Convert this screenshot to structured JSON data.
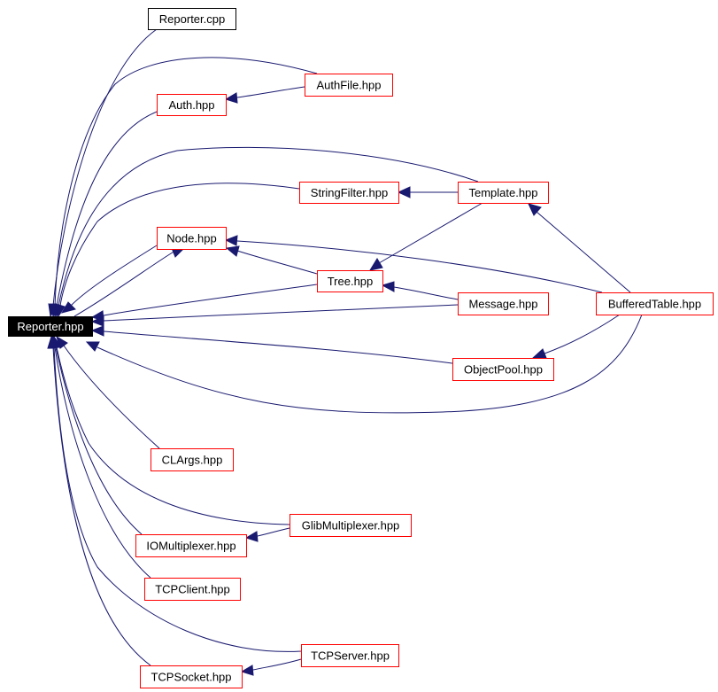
{
  "graph": {
    "root": "Reporter.hpp",
    "colors": {
      "edge": "#191970",
      "node_border": "#ff0000",
      "plain_border": "#000000",
      "root_fill": "#000000",
      "root_text": "#ffffff"
    },
    "nodes": [
      {
        "id": "reporter_hpp",
        "label": "Reporter.hpp",
        "style": "root"
      },
      {
        "id": "reporter_cpp",
        "label": "Reporter.cpp",
        "style": "plain"
      },
      {
        "id": "authfile_hpp",
        "label": "AuthFile.hpp",
        "style": "red"
      },
      {
        "id": "auth_hpp",
        "label": "Auth.hpp",
        "style": "red"
      },
      {
        "id": "stringfilter_hpp",
        "label": "StringFilter.hpp",
        "style": "red"
      },
      {
        "id": "template_hpp",
        "label": "Template.hpp",
        "style": "red"
      },
      {
        "id": "node_hpp",
        "label": "Node.hpp",
        "style": "red"
      },
      {
        "id": "tree_hpp",
        "label": "Tree.hpp",
        "style": "red"
      },
      {
        "id": "message_hpp",
        "label": "Message.hpp",
        "style": "red"
      },
      {
        "id": "bufferedtable_hpp",
        "label": "BufferedTable.hpp",
        "style": "red"
      },
      {
        "id": "objectpool_hpp",
        "label": "ObjectPool.hpp",
        "style": "red"
      },
      {
        "id": "clargs_hpp",
        "label": "CLArgs.hpp",
        "style": "red"
      },
      {
        "id": "glibmultiplexer_hpp",
        "label": "GlibMultiplexer.hpp",
        "style": "red"
      },
      {
        "id": "iomultiplexer_hpp",
        "label": "IOMultiplexer.hpp",
        "style": "red"
      },
      {
        "id": "tcpclient_hpp",
        "label": "TCPClient.hpp",
        "style": "red"
      },
      {
        "id": "tcpserver_hpp",
        "label": "TCPServer.hpp",
        "style": "red"
      },
      {
        "id": "tcpsocket_hpp",
        "label": "TCPSocket.hpp",
        "style": "red"
      }
    ],
    "edges": [
      {
        "from": "reporter_cpp",
        "to": "reporter_hpp"
      },
      {
        "from": "authfile_hpp",
        "to": "reporter_hpp"
      },
      {
        "from": "authfile_hpp",
        "to": "auth_hpp"
      },
      {
        "from": "auth_hpp",
        "to": "reporter_hpp"
      },
      {
        "from": "template_hpp",
        "to": "reporter_hpp"
      },
      {
        "from": "stringfilter_hpp",
        "to": "reporter_hpp"
      },
      {
        "from": "template_hpp",
        "to": "stringfilter_hpp"
      },
      {
        "from": "template_hpp",
        "to": "tree_hpp"
      },
      {
        "from": "bufferedtable_hpp",
        "to": "template_hpp"
      },
      {
        "from": "node_hpp",
        "to": "reporter_hpp"
      },
      {
        "from": "reporter_hpp",
        "to": "node_hpp"
      },
      {
        "from": "tree_hpp",
        "to": "node_hpp"
      },
      {
        "from": "bufferedtable_hpp",
        "to": "node_hpp"
      },
      {
        "from": "tree_hpp",
        "to": "reporter_hpp"
      },
      {
        "from": "message_hpp",
        "to": "tree_hpp"
      },
      {
        "from": "message_hpp",
        "to": "reporter_hpp"
      },
      {
        "from": "objectpool_hpp",
        "to": "reporter_hpp"
      },
      {
        "from": "bufferedtable_hpp",
        "to": "objectpool_hpp"
      },
      {
        "from": "bufferedtable_hpp",
        "to": "reporter_hpp"
      },
      {
        "from": "clargs_hpp",
        "to": "reporter_hpp"
      },
      {
        "from": "glibmultiplexer_hpp",
        "to": "reporter_hpp"
      },
      {
        "from": "glibmultiplexer_hpp",
        "to": "iomultiplexer_hpp"
      },
      {
        "from": "iomultiplexer_hpp",
        "to": "reporter_hpp"
      },
      {
        "from": "tcpclient_hpp",
        "to": "reporter_hpp"
      },
      {
        "from": "tcpserver_hpp",
        "to": "reporter_hpp"
      },
      {
        "from": "tcpserver_hpp",
        "to": "tcpsocket_hpp"
      },
      {
        "from": "tcpsocket_hpp",
        "to": "reporter_hpp"
      }
    ]
  }
}
